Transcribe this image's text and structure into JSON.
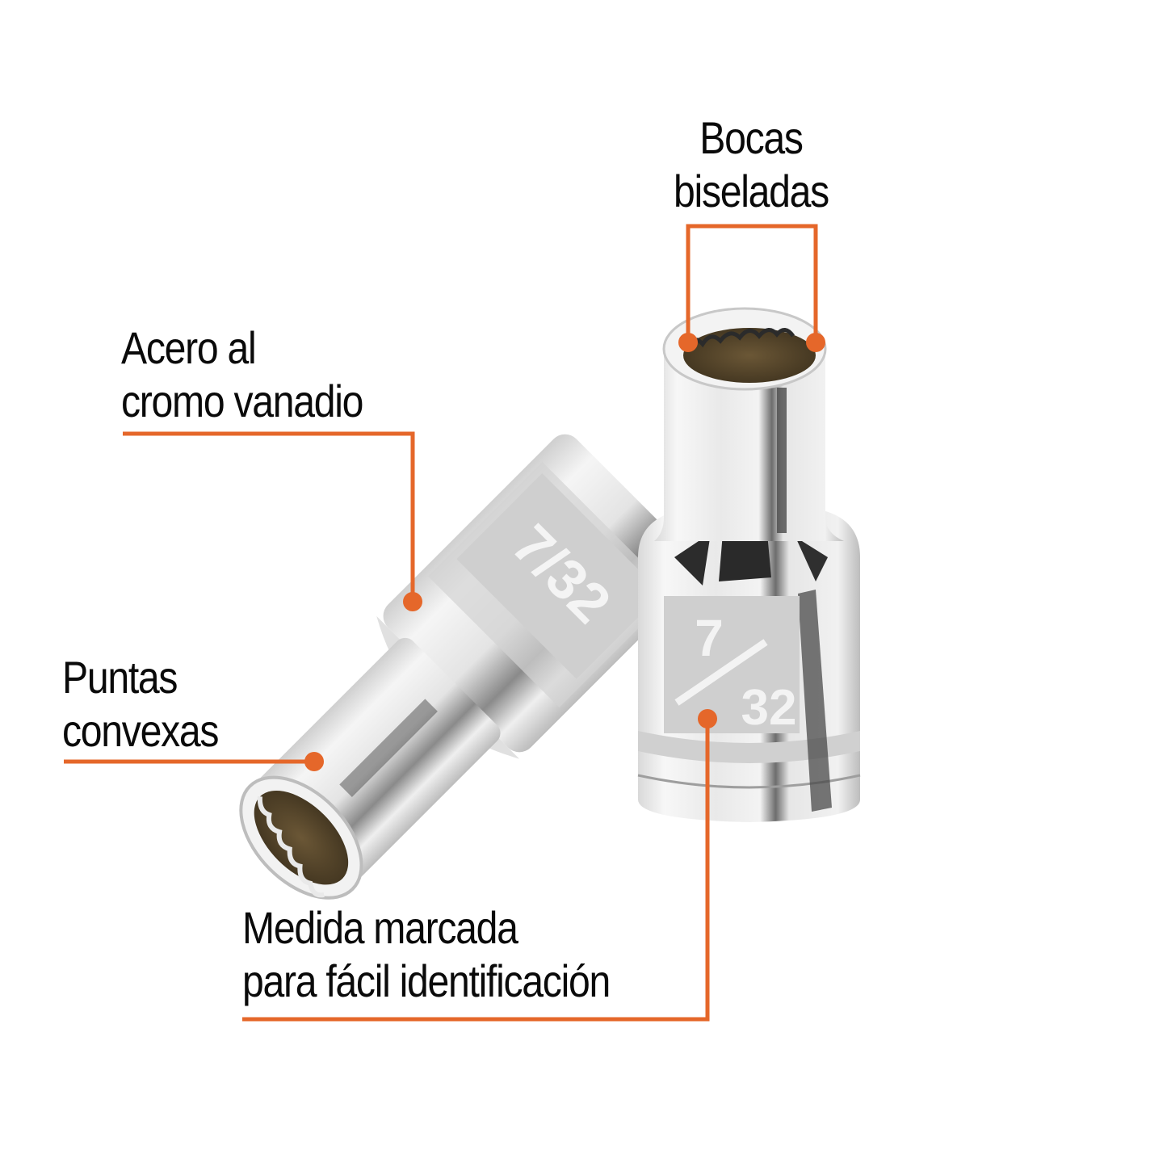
{
  "colors": {
    "accent": "#E5672A",
    "text": "#0A0A0A",
    "background": "#FFFFFF",
    "chrome_light": "#EDEDED",
    "chrome_mid": "#BDBDBD",
    "chrome_dark": "#3A3A3A",
    "socket_interior": "#5A4A30"
  },
  "callouts": [
    {
      "id": "bocas",
      "lines": [
        "Bocas",
        "biseladas"
      ]
    },
    {
      "id": "acero",
      "lines": [
        "Acero al",
        "cromo vanadio"
      ]
    },
    {
      "id": "puntas",
      "lines": [
        "Puntas",
        "convexas"
      ]
    },
    {
      "id": "medida",
      "lines": [
        "Medida marcada",
        "para fácil identificación"
      ]
    }
  ],
  "product": {
    "size_marking_numerator": "7",
    "size_marking_denominator": "32",
    "size_marking_slash": "/"
  }
}
